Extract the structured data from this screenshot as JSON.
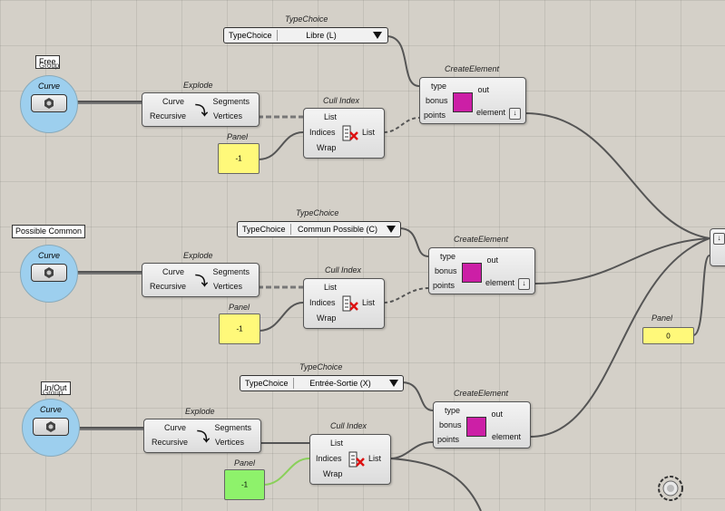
{
  "groups": [
    {
      "curve_tag": "Free",
      "curve_tag_sub": "Group",
      "curve_label": "Curve",
      "explode": {
        "title": "Explode",
        "in": [
          "Curve",
          "Recursive"
        ],
        "out": [
          "Segments",
          "Vertices"
        ]
      },
      "cull": {
        "title": "Cull Index",
        "in": [
          "List",
          "Indices",
          "Wrap"
        ],
        "out": "List"
      },
      "panel": {
        "title": "Panel",
        "value": "-1"
      },
      "typechoice": {
        "title": "TypeChoice",
        "label": "TypeChoice",
        "value": "Libre (L)"
      },
      "create": {
        "title": "CreateElement",
        "in": [
          "type",
          "bonus",
          "points"
        ],
        "out": [
          "out",
          "element"
        ]
      }
    },
    {
      "curve_tag": "Possible Common",
      "curve_tag_sub": "",
      "curve_label": "Curve",
      "explode": {
        "title": "Explode",
        "in": [
          "Curve",
          "Recursive"
        ],
        "out": [
          "Segments",
          "Vertices"
        ]
      },
      "cull": {
        "title": "Cull Index",
        "in": [
          "List",
          "Indices",
          "Wrap"
        ],
        "out": "List"
      },
      "panel": {
        "title": "Panel",
        "value": "-1"
      },
      "typechoice": {
        "title": "TypeChoice",
        "label": "TypeChoice",
        "value": "Commun Possible (C)"
      },
      "create": {
        "title": "CreateElement",
        "in": [
          "type",
          "bonus",
          "points"
        ],
        "out": [
          "out",
          "element"
        ]
      }
    },
    {
      "curve_tag": "In/Out",
      "curve_tag_sub": "Group",
      "curve_label": "Curve",
      "explode": {
        "title": "Explode",
        "in": [
          "Curve",
          "Recursive"
        ],
        "out": [
          "Segments",
          "Vertices"
        ]
      },
      "cull": {
        "title": "Cull Index",
        "in": [
          "List",
          "Indices",
          "Wrap"
        ],
        "out": "List"
      },
      "panel": {
        "title": "Panel",
        "value": "-1"
      },
      "typechoice": {
        "title": "TypeChoice",
        "label": "TypeChoice",
        "value": "Entrée-Sortie (X)"
      },
      "create": {
        "title": "CreateElement",
        "in": [
          "type",
          "bonus",
          "points"
        ],
        "out": [
          "out",
          "element"
        ]
      }
    }
  ],
  "right_panel": {
    "title": "Panel",
    "value": "0"
  },
  "colors": {
    "swatch": "#cc1fa6",
    "panel_yellow": "#fff97a",
    "panel_green": "#8ef26b",
    "param_blue": "#9dcfee"
  },
  "icons": [
    "hexagon-nut-icon",
    "explode-icon",
    "cull-index-icon",
    "down-arrow-icon",
    "compass-icon"
  ]
}
